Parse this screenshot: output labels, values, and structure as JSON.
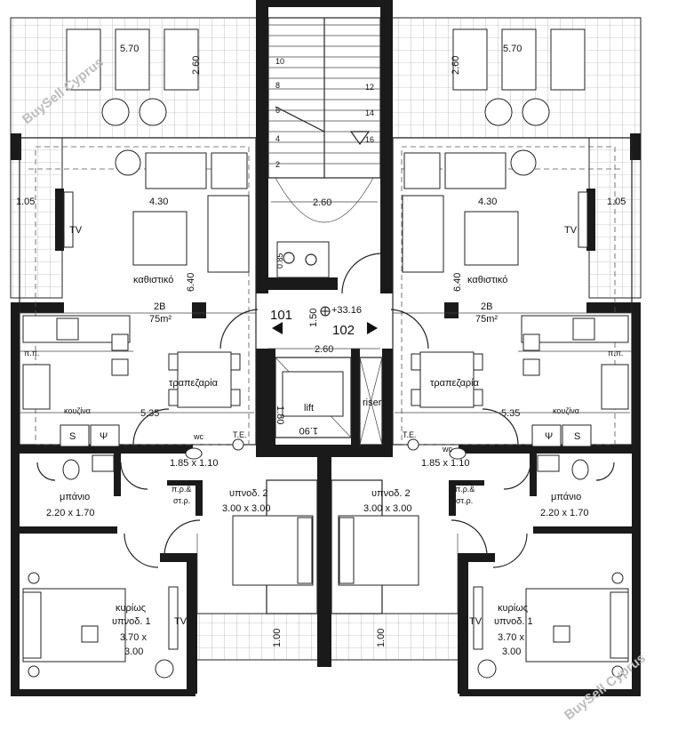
{
  "plan": {
    "watermark": "BuySell Cyprus",
    "level": "+33.16",
    "units": [
      {
        "number": "101",
        "type": "2B",
        "area": "75m²",
        "veranda_dim_w": "5.70",
        "veranda_dim_h": "2.60",
        "veranda_side_dim": "1.05",
        "living_width": "4.30",
        "living_depth": "6.40",
        "living_label": "καθιστικό",
        "dining_label": "τραπεζαρία",
        "kitchen_label": "κουζίνα",
        "kitchen_width": "5.35",
        "tv": "TV",
        "pp": "π.π.",
        "appliance_s": "S",
        "appliance_psi": "Ψ",
        "wc_label": "wc",
        "wc_dim": "1.85 x 1.10",
        "te": "T.E.",
        "bath_label": "μπάνιο",
        "bath_dim": "2.20 x 1.70",
        "storage_label": "π.ρ.&",
        "storage_label2": "στ.ρ.",
        "bed2_label": "υπνοδ. 2",
        "bed2_dim": "3.00 x 3.00",
        "master_label1": "κυρίως",
        "master_label2": "υπνοδ. 1",
        "master_dim1": "3.70 x",
        "master_dim2": "3.00",
        "balcony_dim": "1.00"
      },
      {
        "number": "102",
        "type": "2B",
        "area": "75m²",
        "veranda_dim_w": "5.70",
        "veranda_dim_h": "2.60",
        "veranda_side_dim": "1.05",
        "living_width": "4.30",
        "living_depth": "6.40",
        "living_label": "καθιστικό",
        "dining_label": "τραπεζαρία",
        "kitchen_label": "κουζίνα",
        "kitchen_width": "5.35",
        "tv": "TV",
        "pp": "π.π.",
        "appliance_s": "S",
        "appliance_psi": "Ψ",
        "wc_label": "wc",
        "wc_dim": "1.85 x 1.10",
        "te": "T.E.",
        "bath_label": "μπάνιο",
        "bath_dim": "2.20 x 1.70",
        "storage_label": "π.ρ.&",
        "storage_label2": "στ.ρ.",
        "bed2_label": "υπνοδ. 2",
        "bed2_dim": "3.00 x 3.00",
        "master_label1": "κυρίως",
        "master_label2": "υπνοδ. 1",
        "master_dim1": "3.70 x",
        "master_dim2": "3.00",
        "balcony_dim": "1.00"
      }
    ],
    "core": {
      "stair_width": "2.60",
      "landing_depth": "1.50",
      "corridor_width": "2.60",
      "lift_label": "lift",
      "lift_w": "1.90",
      "lift_d": "1.80",
      "riser_label": "riser",
      "lift_machine_dim": "0.85",
      "steps_left": [
        "10",
        "8",
        "6",
        "4",
        "2"
      ],
      "steps_right": [
        "12",
        "14",
        "16"
      ]
    }
  }
}
